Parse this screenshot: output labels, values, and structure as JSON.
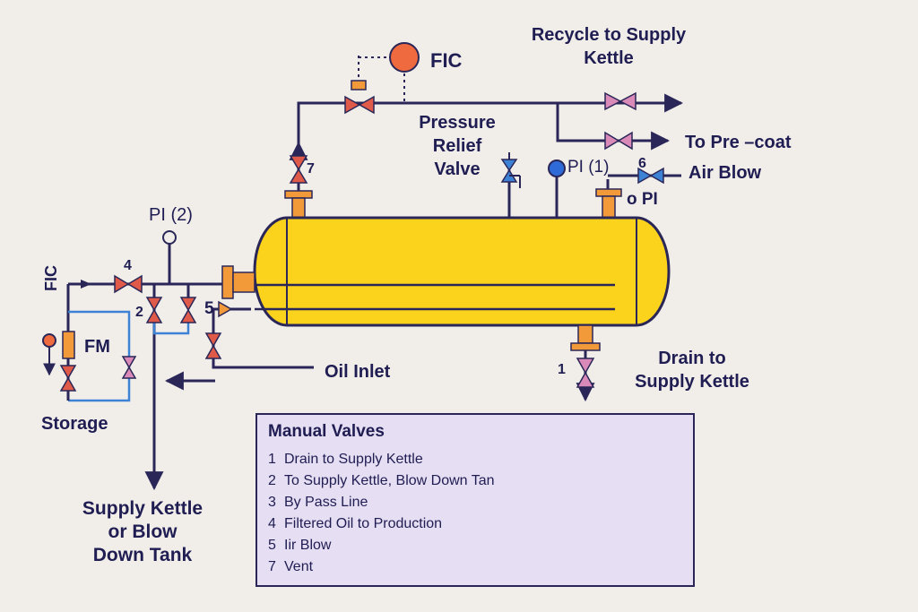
{
  "labels": {
    "fic_top": "FIC",
    "recycle": "Recycle to Supply\nKettle",
    "pressure_relief": "Pressure\nRelief\nValve",
    "pi1": "PI (1)",
    "to_precoat": "To Pre –coat",
    "air_blow": "Air Blow",
    "pi_small": "o PI",
    "pi2": "PI (2)",
    "fic_left": "FIC",
    "fm": "FM",
    "storage": "Storage",
    "oil_inlet": "Oil Inlet",
    "drain": "Drain to\nSupply Kettle",
    "supply_kettle": "Supply Kettle\nor Blow\nDown Tank",
    "valve_numbers": {
      "v1": "1",
      "v2": "2",
      "v4": "4",
      "v5": "5",
      "v6": "6",
      "v7": "7"
    }
  },
  "legend": {
    "title": "Manual Valves",
    "items": [
      {
        "num": "1",
        "text": "Drain to Supply Kettle"
      },
      {
        "num": "2",
        "text": "To Supply Kettle, Blow Down Tan"
      },
      {
        "num": "3",
        "text": "By Pass Line"
      },
      {
        "num": "4",
        "text": "Filtered Oil to Production"
      },
      {
        "num": "5",
        "text": "Iir Blow"
      },
      {
        "num": "7",
        "text": "Vent"
      }
    ]
  },
  "colors": {
    "background": "#f1eeea",
    "line": "#2a2758",
    "vessel": "#fbd21c",
    "vessel_outline": "#2a2758",
    "nozzle": "#f29a3a",
    "valve_red": "#e05a4a",
    "valve_pink": "#d98ab8",
    "instrument_orange": "#ef6a3e",
    "instrument_blue": "#2f6bd8",
    "blue_line": "#3e82d6",
    "legend_fill": "#e6def3"
  }
}
